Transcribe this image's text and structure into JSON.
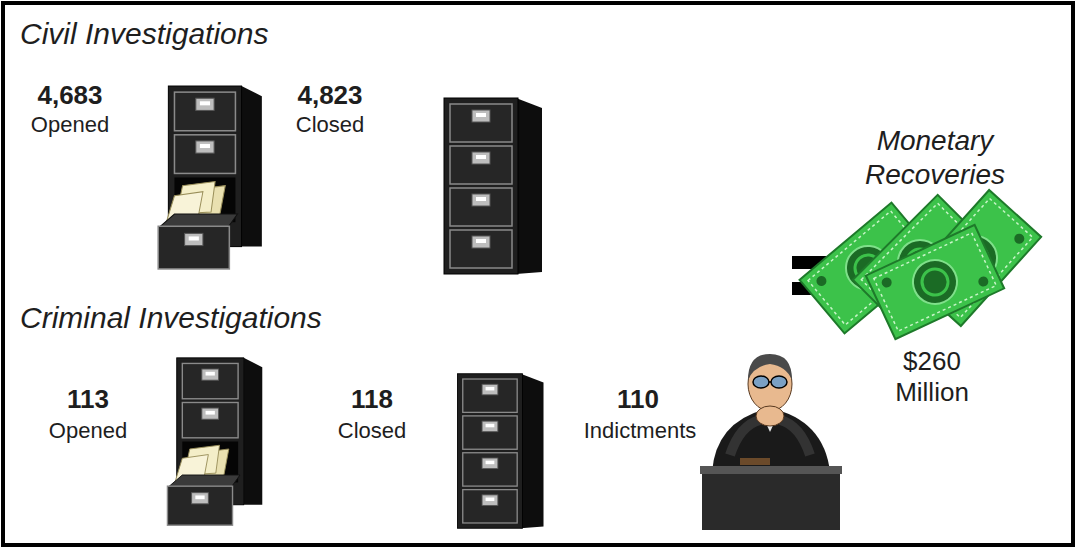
{
  "diagram": {
    "labels": [
      "Civil Investigations",
      "4,683",
      "Opened",
      "4,823",
      "Closed",
      "Criminal Investigations",
      "113",
      "Opened",
      "118",
      "Closed",
      "110",
      "Indictments",
      "Monetary Recoveries",
      "$260 Million"
    ]
  }
}
